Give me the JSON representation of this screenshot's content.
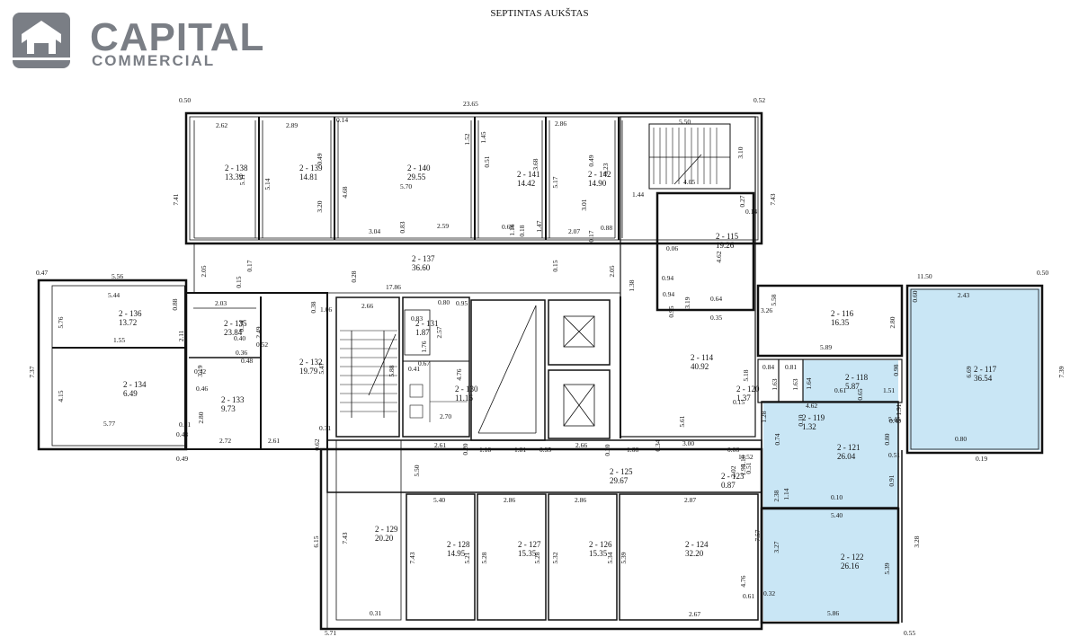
{
  "logo": {
    "name": "CAPITAL",
    "tagline": "COMMERCIAL"
  },
  "page_title": "SEPTINTAS AUKŠTAS",
  "colors": {
    "highlight": "#c9e6f5",
    "wall": "#111111"
  },
  "rooms": [
    {
      "id": "2 - 138",
      "area": "13.39"
    },
    {
      "id": "2 - 139",
      "area": "14.81"
    },
    {
      "id": "2 - 140",
      "area": "29.55"
    },
    {
      "id": "2 - 141",
      "area": "14.42"
    },
    {
      "id": "2 - 142",
      "area": "14.90"
    },
    {
      "id": "2 - 115",
      "area": "19.26"
    },
    {
      "id": "2 - 137",
      "area": "36.60"
    },
    {
      "id": "2 - 136",
      "area": "13.72"
    },
    {
      "id": "2 - 135",
      "area": "23.84"
    },
    {
      "id": "2 - 134",
      "area": "6.49"
    },
    {
      "id": "2 - 133",
      "area": "9.73"
    },
    {
      "id": "2 - 132",
      "area": "19.79"
    },
    {
      "id": "2 - 131",
      "area": "1.87"
    },
    {
      "id": "2 - 130",
      "area": "11.16"
    },
    {
      "id": "2 - 114",
      "area": "40.92"
    },
    {
      "id": "2 - 116",
      "area": "16.35"
    },
    {
      "id": "2 - 118",
      "area": "5.87"
    },
    {
      "id": "2 - 117",
      "area": "36.54"
    },
    {
      "id": "2 - 120",
      "area": "1.37"
    },
    {
      "id": "2 - 119",
      "area": "1.32"
    },
    {
      "id": "2 - 121",
      "area": "26.04"
    },
    {
      "id": "2 - 125",
      "area": "29.67"
    },
    {
      "id": "2 - 123",
      "area": "0.87"
    },
    {
      "id": "2 - 129",
      "area": "20.20"
    },
    {
      "id": "2 - 128",
      "area": "14.95"
    },
    {
      "id": "2 - 127",
      "area": "15.35"
    },
    {
      "id": "2 - 126",
      "area": "15.35"
    },
    {
      "id": "2 - 124",
      "area": "32.20"
    },
    {
      "id": "2 - 122",
      "area": "26.16"
    }
  ],
  "dimensions": [
    "0.50",
    "23.65",
    "0.52",
    "2.62",
    "2.89",
    "0.14",
    "2.86",
    "5.50",
    "7.41",
    "7.43",
    "5.11",
    "5.14",
    "4.68",
    "0.49",
    "1.52",
    "1.45",
    "0.51",
    "3.68",
    "5.17",
    "0.49",
    "0.23",
    "3.10",
    "4.05",
    "3.20",
    "5.70",
    "3.01",
    "1.44",
    "0.27",
    "0.14",
    "3.04",
    "0.83",
    "2.59",
    "0.68",
    "1.47",
    "0.18",
    "1.16",
    "2.07",
    "0.17",
    "0.88",
    "2.05",
    "0.17",
    "0.15",
    "0.28",
    "0.15",
    "2.05",
    "1.38",
    "0.06",
    "4.62",
    "0.47",
    "5.56",
    "17.86",
    "0.94",
    "11.50",
    "0.50",
    "5.44",
    "0.88",
    "2.03",
    "0.38",
    "2.66",
    "0.80",
    "0.94",
    "0.95",
    "3.19",
    "0.64",
    "5.58",
    "2.43",
    "5.76",
    "1.55",
    "2.11",
    "0.54",
    "1.06",
    "0.83",
    "0.95",
    "3.26",
    "0.35",
    "0.60",
    "2.80",
    "0.40",
    "2.49",
    "2.57",
    "5.89",
    "7.37",
    "0.52",
    "0.36",
    "0.48",
    "1.76",
    "6.69",
    "7.39",
    "0.42",
    "3.19",
    "0.67",
    "5.47",
    "5.88",
    "0.41",
    "4.76",
    "5.18",
    "0.84",
    "0.81",
    "1.63",
    "0.98",
    "4.15",
    "0.46",
    "2.80",
    "1.64",
    "1.63",
    "0.61",
    "0.65",
    "1.51",
    "0.15",
    "4.62",
    "5.77",
    "0.21",
    "2.70",
    "1.28",
    "0.10",
    "1.91",
    "0.49",
    "0.48",
    "2.72",
    "0.31",
    "2.61",
    "0.62",
    "2.61",
    "0.20",
    "1.18",
    "1.81",
    "0.35",
    "2.66",
    "0.20",
    "1.66",
    "0.34",
    "3.00",
    "5.61",
    "0.06",
    "0.74",
    "0.80",
    "0.80",
    "5.45",
    "0.49",
    "11.52",
    "0.51",
    "1.98",
    "1.18",
    "0.51",
    "0.19",
    "5.50",
    "2.02",
    "0.91",
    "2.38",
    "1.14",
    "0.10",
    "5.40",
    "5.40",
    "2.86",
    "2.86",
    "2.87",
    "6.15",
    "7.43",
    "7.57",
    "3.27",
    "3.28",
    "7.43",
    "5.21",
    "5.28",
    "5.28",
    "5.32",
    "5.34",
    "5.39",
    "5.39",
    "4.76",
    "0.61",
    "0.32",
    "0.31",
    "2.67",
    "5.86",
    "5.71",
    "0.55",
    "0.50"
  ]
}
